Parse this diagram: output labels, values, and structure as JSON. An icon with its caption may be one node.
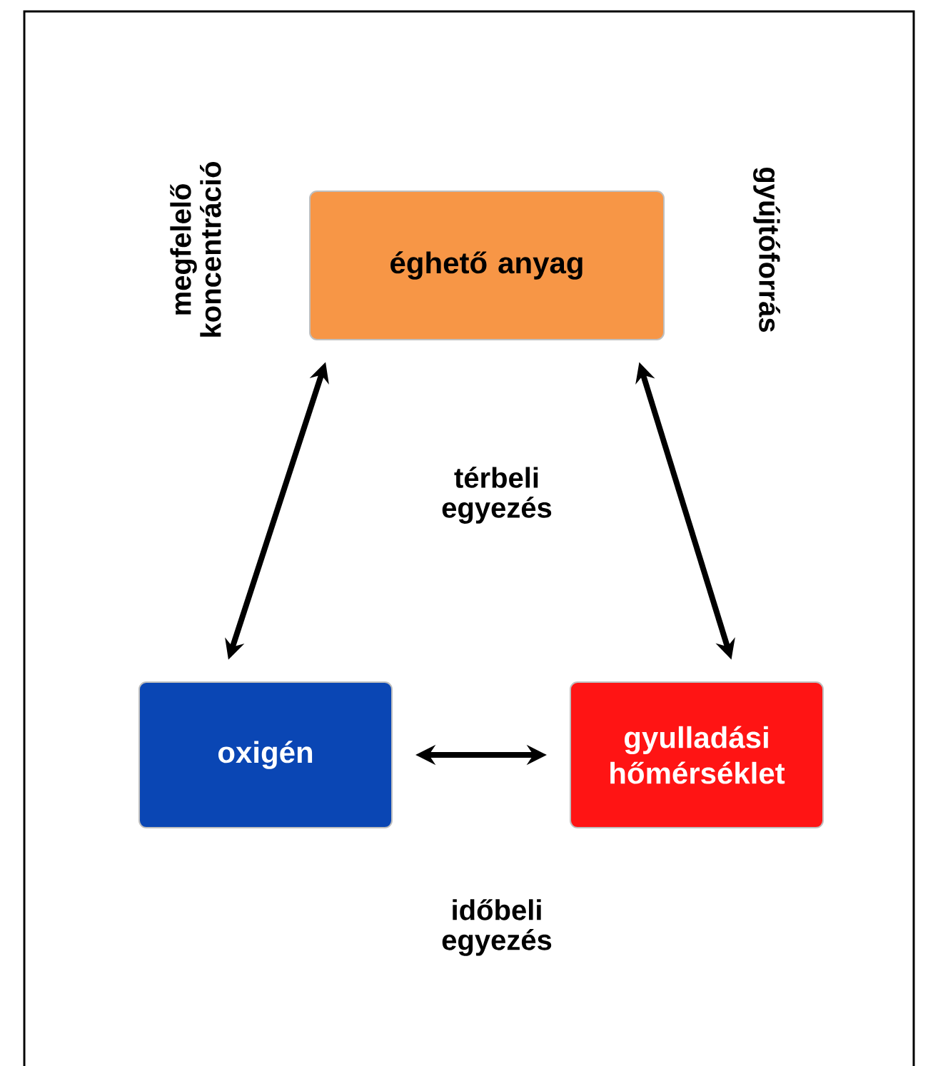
{
  "diagram": {
    "nodes": [
      {
        "text": [
          "éghető anyag"
        ]
      },
      {
        "text": [
          "oxigén"
        ]
      },
      {
        "text": [
          "gyulladási hőmérséklet"
        ]
      }
    ],
    "edges": [
      {
        "from": 0,
        "to": 1,
        "arrow": "both"
      },
      {
        "from": 0,
        "to": 2,
        "arrow": "both"
      },
      {
        "from": 1,
        "to": 2,
        "arrow": "both"
      }
    ],
    "labels": [
      "megfelelő koncentráció",
      "gyújtóforrás",
      "térbeli egyezés",
      "időbeli egyezés"
    ]
  }
}
